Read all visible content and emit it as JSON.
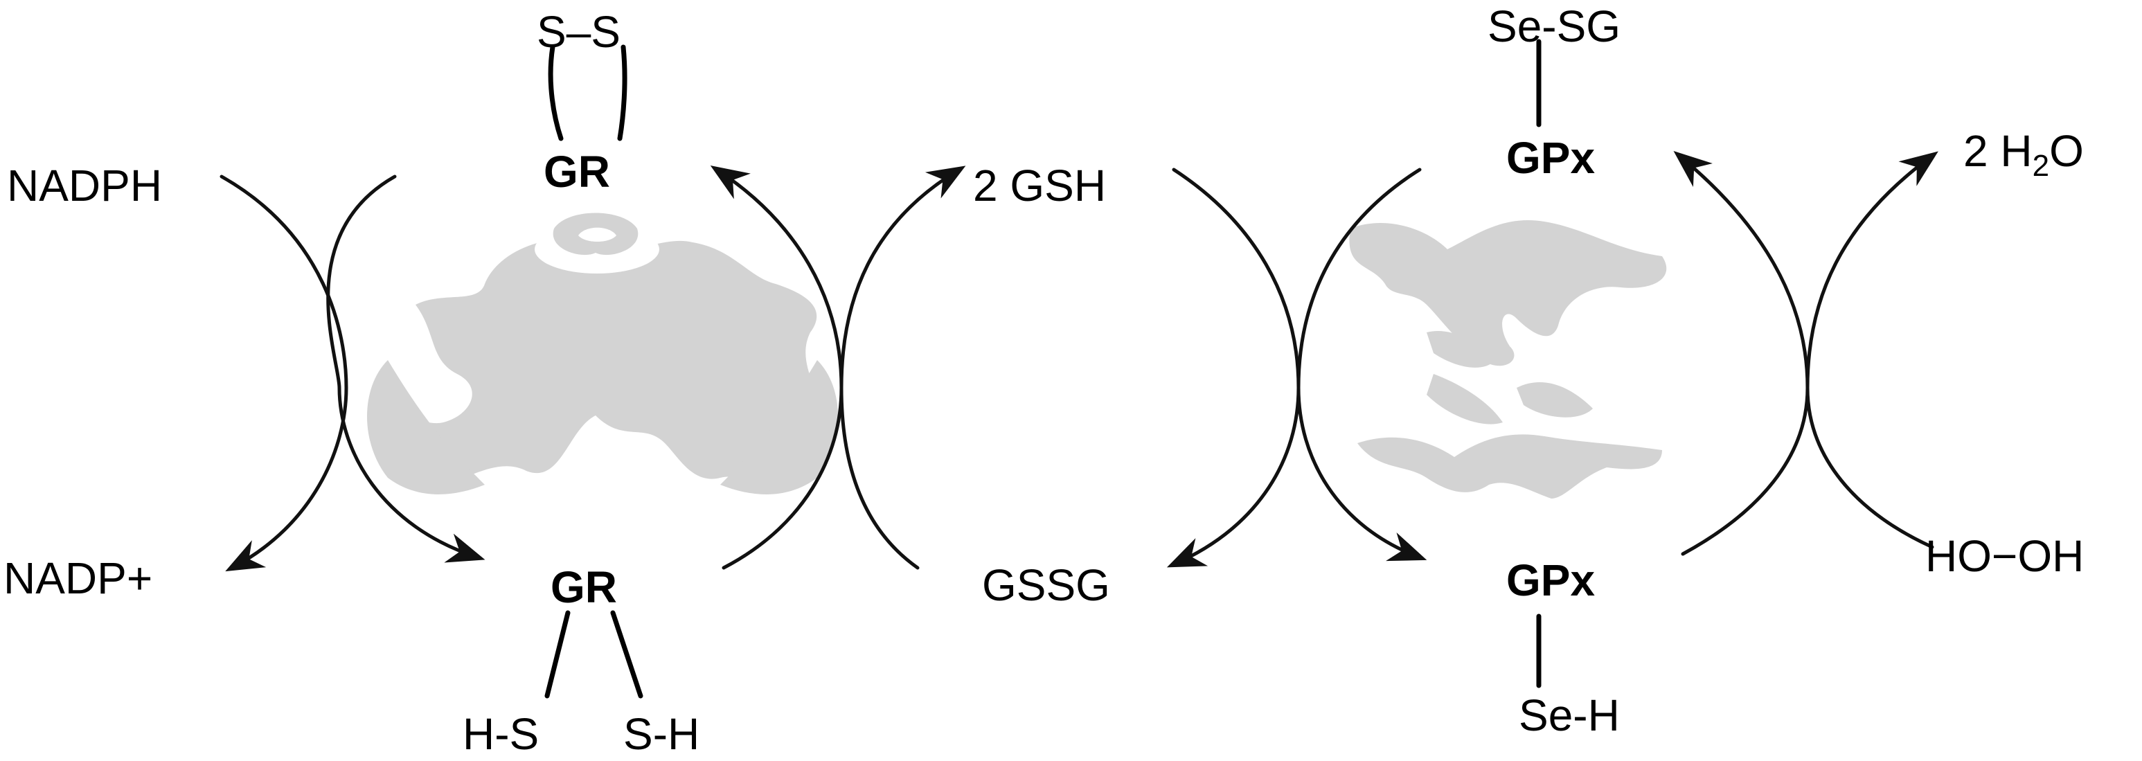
{
  "colors": {
    "protein": "#d3d3d3",
    "ink": "#000000"
  },
  "labels": {
    "nadph": "NADPH",
    "nadp_plus": "NADP+",
    "gr_top": "GR",
    "gr_top_bond": "S–S",
    "gr_bottom": "GR",
    "gr_bottom_left_thiol": "H-S",
    "gr_bottom_right_thiol": "S-H",
    "gsh": "2 GSH",
    "gssg": "GSSG",
    "gpx_top": "GPx",
    "gpx_top_group": "Se-SG",
    "gpx_bottom": "GPx",
    "gpx_bottom_group": "Se-H",
    "water_prefix": "2  H",
    "water_sub": "2",
    "water_suffix": "O",
    "peroxide": "HO−OH"
  },
  "icons": {
    "gr_structure": "glutathione-reductase-protein-silhouette",
    "gpx_structure": "glutathione-peroxidase-protein-silhouette"
  }
}
